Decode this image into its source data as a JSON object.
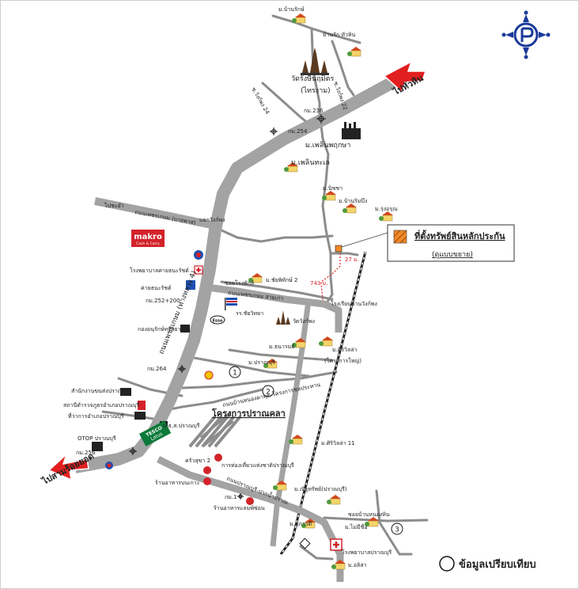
{
  "map": {
    "villages": {
      "ban_rak": "ม.บ้านรักษ์",
      "ban_rak_hua_hin": "บ้านรัก หัวหิน",
      "phloen_phruksa": "ม.เพลินพฤกษา",
      "phloen_thale": "ม.เพลินทะเล",
      "nicha": "ม.นิชชา",
      "ban_borirak": "ม.บ้านริมบึง",
      "rung_arun": "ม.รุ่งอรุณ",
      "chokchai": "ม.ชัยพิทักษ์ 2",
      "thanaram": "ม.ธนารมย์",
      "siriwila": "ม.ศิริวิลล่า",
      "siriwila_sub": "(โครงการใหญ่)",
      "pranburi": "ม.ปราณบุรี",
      "siriwila11": "ม.ศิริวิลล่า 11",
      "naphat": "ม.ณัฐทรัพย์(ปราณบุรี)",
      "sukkawa": "ม.สุภาวดี",
      "maimetri": "ม.ไม่มีชื่อ",
      "onsa": "ม.อลิสา"
    },
    "places": {
      "wat_rang": "วัดรังษีนฤมิตร",
      "wat_rang_sub": "(ไทรงาม)",
      "km236": "กม.236",
      "km254": "กม.254",
      "makro_top": "makro",
      "makro_sub": "Cash & Carry",
      "hospital_camp": "โรงพยาบาลค่ายธนะรัชต์",
      "camp": "ค่ายธนะรัชต์",
      "km252": "กม.252+200",
      "soi_rong": "ซอยโรงพักส์",
      "school": "รร.ชัยวิทยา",
      "wat_kho": "วัดวังก์พง",
      "ko_sub": "กองอนุรักษ์ทรัพยากร",
      "km264": "กม.264",
      "post": "สำนักงานขนส่งปราณบุรี",
      "police": "สถานีตำรวจภูธรอำเภอปราณบุรี",
      "district": "ที่ว่าการอำเภอปราณบุรี",
      "otop": "OTOP ปราณบุรี",
      "km256": "กม.256",
      "project": "โครงการปราณคลา",
      "pranburi_office": "บ.ธ.ส.ปราณบุรี",
      "tesco": "TESCO",
      "lotus": "Lotus",
      "kreng": "ครัวสุขา 2",
      "tourism": "การท่องเที่ยวแห่งชาติปราณบุรี",
      "restaurant1": "ร้านอาหารบนเกาะ",
      "restaurant2": "ร้านอาหารแลมพ์ซ่อน",
      "km1": "กม.1",
      "soi_ban_nong": "ซอยบ้านหนองหิน",
      "hospital": "โรงพยาบาลปราณบุรี",
      "ban_wangphong_school": "โรงเรียนบ้านวังก์พง",
      "dist_27": "27 ม.",
      "dist_743": "743 ม.",
      "soi_wangphong1": "ซ.วังก์พง 22",
      "soi_wangphong2": "ซ.วังก์พง 24",
      "road_makro": "ถนนเพชรเกษม (บายพาส)",
      "road_ban": "ถนนเพชรเกษม สายเก่า",
      "road_petch": "ถนนเพชรเกษม (ทางหลวง 4)",
      "road_narong": "ถนนบ้านหนองตาพุด-โครงการชลประทาน",
      "road_thamkh": "ถนนปราณบุรี-ปากน้ำปราณ",
      "road_left": "ไปชะอำ",
      "road_bypass": "แยกวังก์พง"
    },
    "directions": {
      "to_huahin": "ไปหัวหิน",
      "to_samroiyot": "ไปสามร้อยยอด"
    },
    "property": {
      "title": "ที่ตั้งทรัพย์สินหลักประกัน",
      "sub": "(ดูแบบขยาย)"
    },
    "markers": [
      "1",
      "2",
      "3"
    ],
    "legend": "ข้อมูลเปรียบเทียบ"
  }
}
